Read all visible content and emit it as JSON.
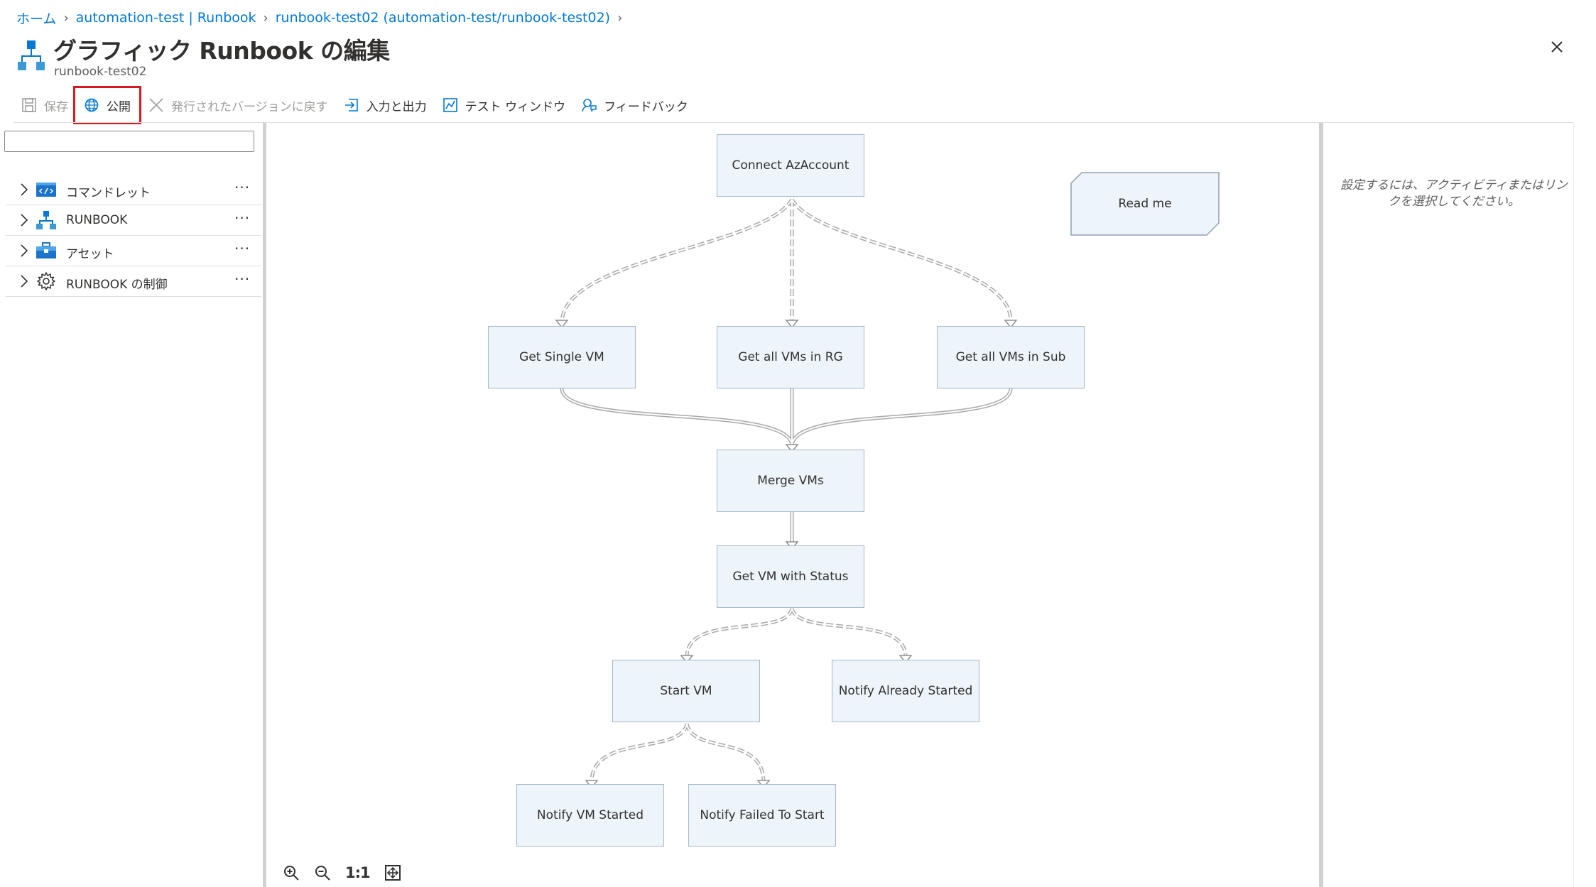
{
  "breadcrumb": [
    "ホーム",
    "automation-test | Runbook",
    "runbook-test02 (automation-test/runbook-test02)"
  ],
  "header": {
    "title": "グラフィック Runbook の編集",
    "subtitle": "runbook-test02",
    "more": "…"
  },
  "toolbar": {
    "save": "保存",
    "publish": "公開",
    "revert": "発行されたバージョンに戻す",
    "io": "入力と出力",
    "test": "テスト ウィンドウ",
    "feedback": "フィードバック"
  },
  "library": {
    "search_placeholder": "",
    "items": [
      {
        "label": "コマンドレット",
        "icon": "cmdlet-icon"
      },
      {
        "label": "RUNBOOK",
        "icon": "runbook-icon"
      },
      {
        "label": "アセット",
        "icon": "asset-icon"
      },
      {
        "label": "RUNBOOK の制御",
        "icon": "gear-icon"
      }
    ],
    "more": "···"
  },
  "canvas": {
    "activities": {
      "connect": "Connect AzAccount",
      "readme": "Read me",
      "single": "Get Single VM",
      "rg": "Get all VMs in RG",
      "sub": "Get all VMs in Sub",
      "merge": "Merge VMs",
      "status": "Get VM with Status",
      "start": "Start VM",
      "already": "Notify Already Started",
      "started": "Notify VM Started",
      "failed": "Notify Failed To Start"
    },
    "zoom_ratio": "1:1"
  },
  "properties": {
    "hint": "設定するには、アクティビティまたはリンクを選択してください。"
  },
  "colors": {
    "accent": "#0078d4",
    "highlight": "#d9191f",
    "node_fill": "#edf4fa",
    "node_border": "#a6b8c8"
  }
}
